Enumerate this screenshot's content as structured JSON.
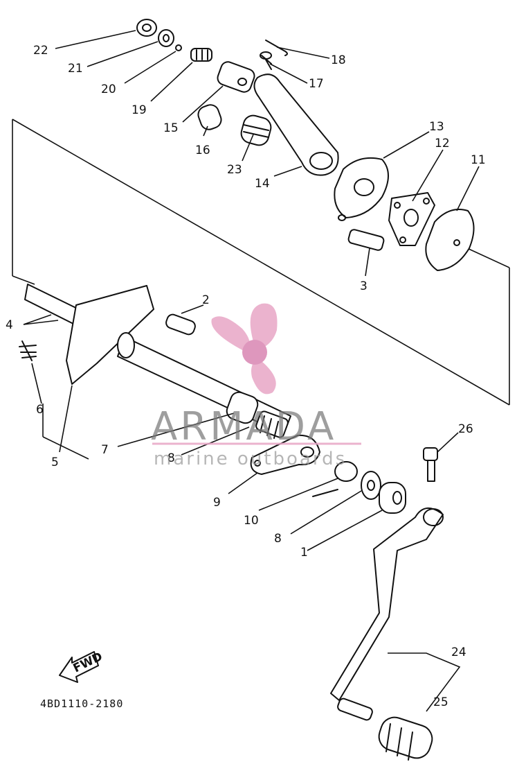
{
  "diagram": {
    "part_code": "4BD1110-2180",
    "direction_tag": "FWD",
    "watermark": {
      "brand": "ARMADA",
      "tagline": "marine outboards",
      "accent_color": "#e8a6c6",
      "brand_color": "#7a7a7a"
    },
    "callouts": [
      "22",
      "21",
      "20",
      "19",
      "18",
      "17",
      "15",
      "16",
      "23",
      "14",
      "13",
      "12",
      "11",
      "3",
      "2",
      "4",
      "6",
      "5",
      "7",
      "8",
      "9",
      "10",
      "8",
      "1",
      "26",
      "24",
      "25"
    ]
  }
}
